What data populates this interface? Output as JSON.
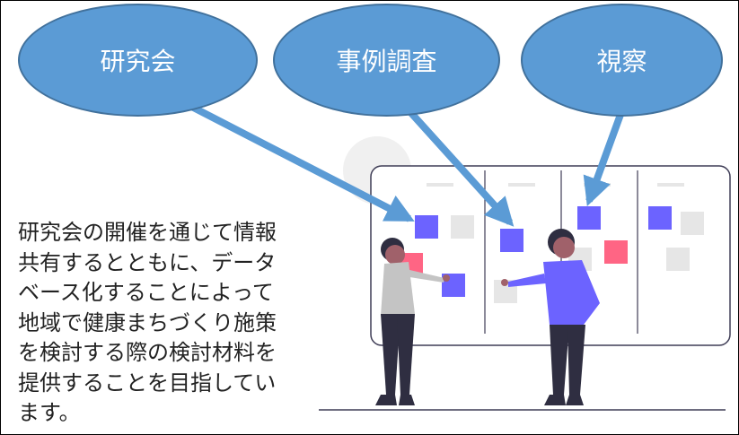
{
  "bubbles": [
    {
      "label": "研究会"
    },
    {
      "label": "事例調査"
    },
    {
      "label": "視察"
    }
  ],
  "description": "研究会の開催を通じて情報\n共有するとともに、データ\nベース化することによって\n地域で健康まちづくり施策\nを検討する際の検討材料を\n提供することを目指してい\nます。",
  "colors": {
    "bubble_fill": "#5b9bd5",
    "bubble_border": "#41719c",
    "arrow": "#5b9bd5",
    "card_purple": "#6c63ff",
    "card_pink": "#ff6584",
    "card_gray": "#e6e6e6"
  }
}
